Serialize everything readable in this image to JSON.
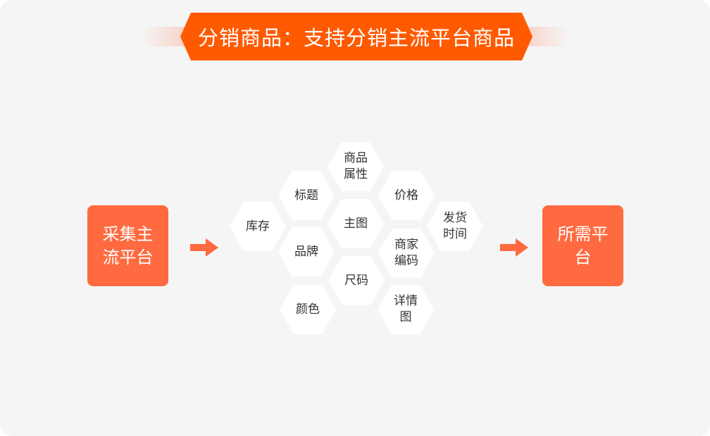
{
  "banner": {
    "title": "分销商品：支持分销主流平台商品"
  },
  "source": {
    "label": "采集主流平台"
  },
  "target": {
    "label": "所需平台"
  },
  "fields": [
    {
      "id": "attributes",
      "label": "商品属性"
    },
    {
      "id": "title",
      "label": "标题"
    },
    {
      "id": "price",
      "label": "价格"
    },
    {
      "id": "stock",
      "label": "库存"
    },
    {
      "id": "main-image",
      "label": "主图"
    },
    {
      "id": "ship-time",
      "label": "发货时间"
    },
    {
      "id": "brand",
      "label": "品牌"
    },
    {
      "id": "merchant-code",
      "label": "商家编码"
    },
    {
      "id": "size",
      "label": "尺码"
    },
    {
      "id": "color",
      "label": "颜色"
    },
    {
      "id": "detail-image",
      "label": "详情图"
    }
  ],
  "colors": {
    "banner": "#ff5a00",
    "box": "#ff6a40",
    "arrow": "#ff6a40",
    "background": "#f5f5f5",
    "hex": "#ffffff",
    "hex_text": "#333333"
  },
  "icons": {
    "flow_arrow": "right-arrow-icon"
  }
}
